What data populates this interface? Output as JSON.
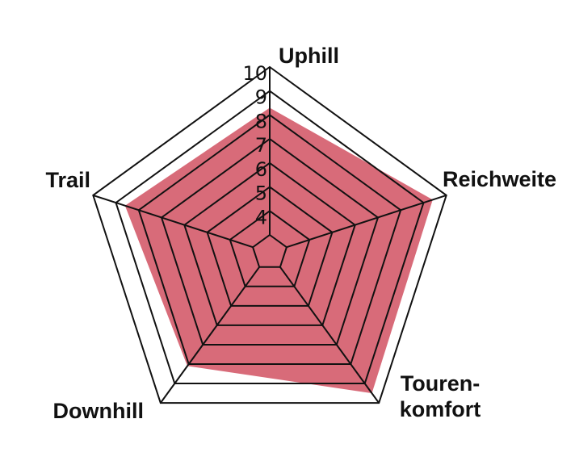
{
  "chart_data": {
    "type": "radar",
    "axes": [
      "Uphill",
      "Reichweite",
      "Touren-\nkomfort",
      "Downhill",
      "Trail"
    ],
    "values": [
      8.3,
      9.4,
      9.5,
      8.1,
      8.6
    ],
    "rmin": 3,
    "rmax": 10,
    "rings": [
      3,
      4,
      5,
      6,
      7,
      8,
      9,
      10
    ],
    "tick_labels": [
      "4",
      "5",
      "6",
      "7",
      "8",
      "9",
      "10"
    ],
    "colors": {
      "fill": "#cf4b5c",
      "stroke": "#111111"
    }
  }
}
